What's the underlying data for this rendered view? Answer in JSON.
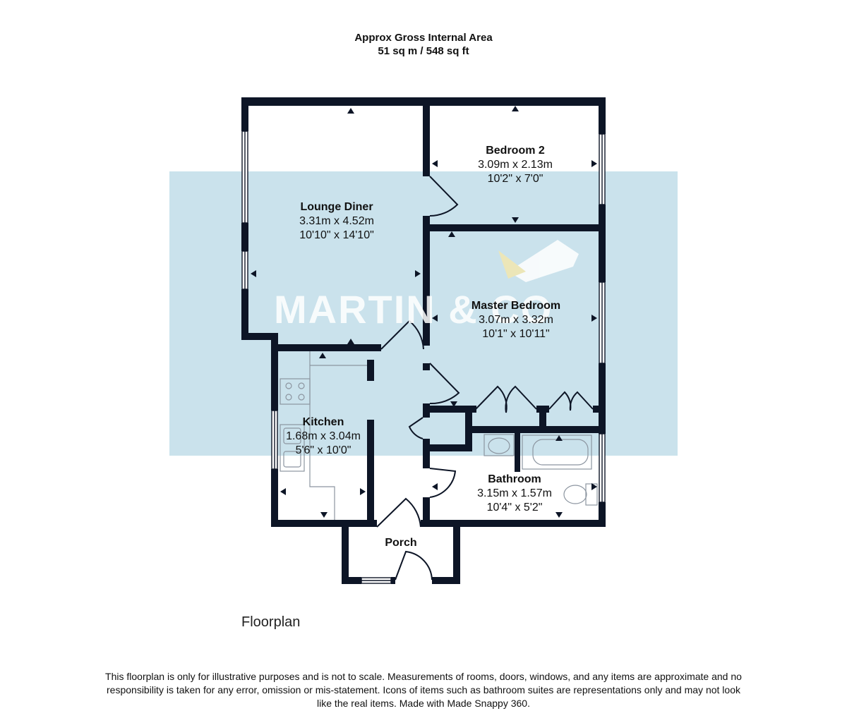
{
  "header": {
    "title": "Approx Gross Internal Area",
    "area": "51 sq m / 548 sq ft"
  },
  "watermark": "MARTIN & CO",
  "rooms": [
    {
      "key": "lounge",
      "name": "Lounge Diner",
      "metric": "3.31m x 4.52m",
      "imperial": "10'10\" x 14'10\""
    },
    {
      "key": "bedroom2",
      "name": "Bedroom 2",
      "metric": "3.09m x 2.13m",
      "imperial": "10'2\" x 7'0\""
    },
    {
      "key": "master",
      "name": "Master Bedroom",
      "metric": "3.07m x 3.32m",
      "imperial": "10'1\" x 10'11\""
    },
    {
      "key": "kitchen",
      "name": "Kitchen",
      "metric": "1.68m x 3.04m",
      "imperial": "5'6\" x 10'0\""
    },
    {
      "key": "bathroom",
      "name": "Bathroom",
      "metric": "3.15m x 1.57m",
      "imperial": "10'4\" x 5'2\""
    },
    {
      "key": "porch",
      "name": "Porch"
    }
  ],
  "caption": "Floorplan",
  "disclaimer": "This floorplan is only for illustrative purposes and is not to scale. Measurements of rooms, doors, windows, and any items are approximate and no responsibility is taken for any error, omission or mis-statement. Icons of items such as bathroom suites are representations only and may not look like the real items. Made with Made Snappy 360.",
  "colors": {
    "wall": "#0d1526",
    "overlay": "#b8d8e6",
    "fixture": "#9aa3ad",
    "logo_accent": "#f2e7b0"
  }
}
